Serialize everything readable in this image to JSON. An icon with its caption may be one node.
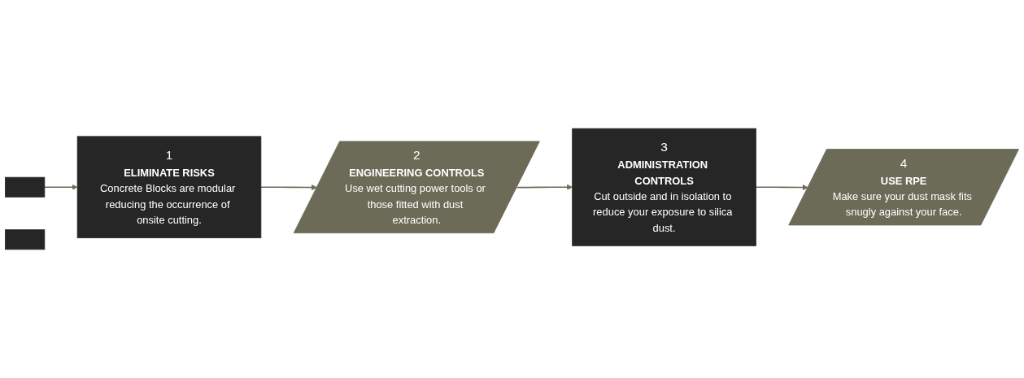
{
  "diagram": {
    "nodes": [
      {
        "text": [],
        "shape": "box"
      },
      {
        "text": [
          "1",
          "ELIMINATE RISKS",
          "Concrete Blocks are modular reducing the occurrence of onsite cutting."
        ]
      },
      {
        "text": [
          "2",
          "ENGINEERING CONTROLS",
          "Use wet cutting power tools or those fitted with dust extraction."
        ]
      },
      {
        "text": [
          "3",
          "ADMINISTRATION CONTROLS",
          "Cut outside and in isolation to reduce your exposure to silica dust."
        ]
      },
      {
        "text": [
          "4",
          "USE RPE",
          "Make sure your dust mask fits snugly against your face."
        ]
      },
      {
        "text": [],
        "shape": "box"
      }
    ],
    "edges": [
      {
        "from": 0,
        "to": 1,
        "arrow": "to"
      },
      {
        "from": 1,
        "to": 2,
        "arrow": "to"
      },
      {
        "from": 2,
        "to": 3,
        "arrow": "to"
      },
      {
        "from": 3,
        "to": 4,
        "arrow": "to"
      }
    ]
  }
}
